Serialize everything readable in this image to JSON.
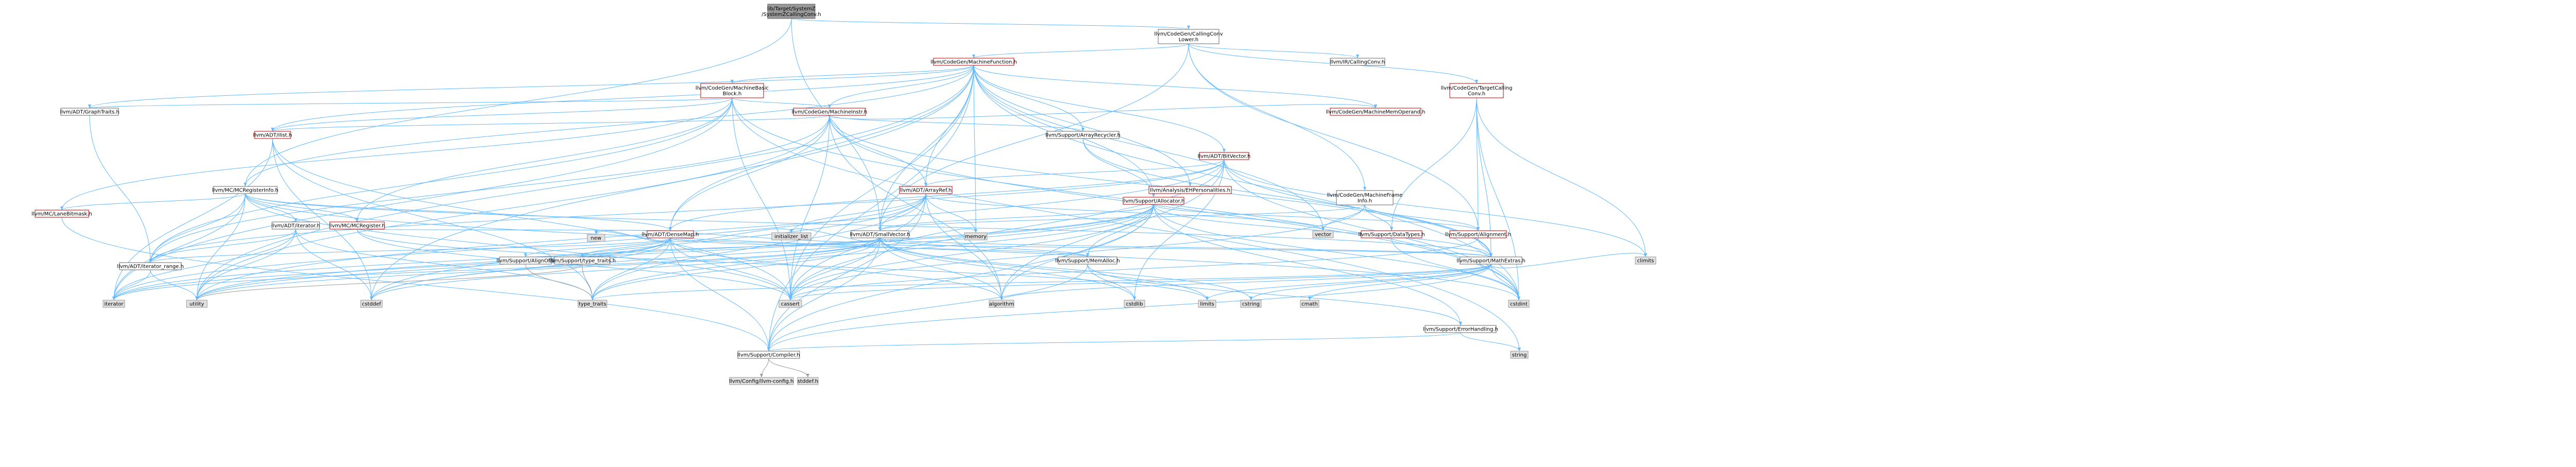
{
  "colors": {
    "root_fill": "#999999",
    "root_stroke": "#666666",
    "node_fill": "#ffffff",
    "node_stroke": "#666666",
    "linked_text": "#c00000",
    "system_fill": "#e0e0e0",
    "system_stroke": "#999999",
    "edge_blue": "#63b8ff",
    "edge_gray": "#9a9a9a"
  },
  "nodes": [
    {
      "id": "root",
      "label": [
        "lib/Target/SystemZ",
        "/SystemZCallingConv.h"
      ],
      "kind": "root"
    },
    {
      "id": "ccl",
      "label": [
        "llvm/CodeGen/CallingConv",
        "Lower.h"
      ],
      "kind": "plain"
    },
    {
      "id": "mf",
      "label": [
        "llvm/CodeGen/MachineFunction.h"
      ],
      "kind": "red"
    },
    {
      "id": "irc",
      "label": [
        "llvm/IR/CallingConv.h"
      ],
      "kind": "plain"
    },
    {
      "id": "mbb",
      "label": [
        "llvm/CodeGen/MachineBasic",
        "Block.h"
      ],
      "kind": "red"
    },
    {
      "id": "tcc",
      "label": [
        "llvm/CodeGen/TargetCalling",
        "Conv.h"
      ],
      "kind": "red"
    },
    {
      "id": "gt",
      "label": [
        "llvm/ADT/GraphTraits.h"
      ],
      "kind": "plain"
    },
    {
      "id": "mi",
      "label": [
        "llvm/CodeGen/MachineInstr.h"
      ],
      "kind": "red"
    },
    {
      "id": "ilist",
      "label": [
        "llvm/ADT/ilist.h"
      ],
      "kind": "red"
    },
    {
      "id": "ar",
      "label": [
        "llvm/Support/ArrayRecycler.h"
      ],
      "kind": "plain"
    },
    {
      "id": "bv",
      "label": [
        "llvm/ADT/BitVector.h"
      ],
      "kind": "red"
    },
    {
      "id": "mmo",
      "label": [
        "llvm/CodeGen/MachineMemOperand.h"
      ],
      "kind": "red"
    },
    {
      "id": "mci",
      "label": [
        "llvm/MC/MCRegisterInfo.h"
      ],
      "kind": "plain"
    },
    {
      "id": "aref",
      "label": [
        "llvm/ADT/ArrayRef.h"
      ],
      "kind": "red"
    },
    {
      "id": "ehp",
      "label": [
        "llvm/Analysis/EHPersonalities.h"
      ],
      "kind": "red"
    },
    {
      "id": "alloc",
      "label": [
        "llvm/Support/Allocator.h"
      ],
      "kind": "red"
    },
    {
      "id": "mfi",
      "label": [
        "llvm/CodeGen/MachineFrame",
        "Info.h"
      ],
      "kind": "plain"
    },
    {
      "id": "laneb",
      "label": [
        "llvm/MC/LaneBitmask.h"
      ],
      "kind": "red"
    },
    {
      "id": "iter",
      "label": [
        "llvm/ADT/iterator.h"
      ],
      "kind": "plain"
    },
    {
      "id": "mcreg",
      "label": [
        "llvm/MC/MCRegister.h"
      ],
      "kind": "red"
    },
    {
      "id": "dmap",
      "label": [
        "llvm/ADT/DenseMap.h"
      ],
      "kind": "red"
    },
    {
      "id": "svec",
      "label": [
        "llvm/ADT/SmallVector.h"
      ],
      "kind": "plain"
    },
    {
      "id": "vector",
      "label": [
        "vector"
      ],
      "kind": "sys"
    },
    {
      "id": "cgdt",
      "label": [
        "llvm/Support/DataTypes.h"
      ],
      "kind": "red"
    },
    {
      "id": "align",
      "label": [
        "llvm/Support/Alignment.h"
      ],
      "kind": "red"
    },
    {
      "id": "iterr",
      "label": [
        "llvm/ADT/iterator_range.h"
      ],
      "kind": "plain"
    },
    {
      "id": "aof",
      "label": [
        "llvm/Support/AlignOf.h"
      ],
      "kind": "plain"
    },
    {
      "id": "tt",
      "label": [
        "llvm/Support/type_traits.h"
      ],
      "kind": "plain"
    },
    {
      "id": "new",
      "label": [
        "new"
      ],
      "kind": "sys"
    },
    {
      "id": "initl",
      "label": [
        "initializer_list"
      ],
      "kind": "sys"
    },
    {
      "id": "memory",
      "label": [
        "memory"
      ],
      "kind": "sys"
    },
    {
      "id": "memalloc",
      "label": [
        "llvm/Support/MemAlloc.h"
      ],
      "kind": "plain"
    },
    {
      "id": "mathx",
      "label": [
        "llvm/Support/MathExtras.h"
      ],
      "kind": "plain"
    },
    {
      "id": "climits",
      "label": [
        "climits"
      ],
      "kind": "sys"
    },
    {
      "id": "iterator",
      "label": [
        "iterator"
      ],
      "kind": "sys"
    },
    {
      "id": "utility",
      "label": [
        "utility"
      ],
      "kind": "sys"
    },
    {
      "id": "cstddef",
      "label": [
        "cstddef"
      ],
      "kind": "sys"
    },
    {
      "id": "typetraits",
      "label": [
        "type_traits"
      ],
      "kind": "sys"
    },
    {
      "id": "cassert",
      "label": [
        "cassert"
      ],
      "kind": "sys"
    },
    {
      "id": "algorithm",
      "label": [
        "algorithm"
      ],
      "kind": "sys"
    },
    {
      "id": "cstdlib",
      "label": [
        "cstdlib"
      ],
      "kind": "sys"
    },
    {
      "id": "limits",
      "label": [
        "limits"
      ],
      "kind": "sys"
    },
    {
      "id": "cstring",
      "label": [
        "cstring"
      ],
      "kind": "sys"
    },
    {
      "id": "cmath",
      "label": [
        "cmath"
      ],
      "kind": "sys"
    },
    {
      "id": "cstdint",
      "label": [
        "cstdint"
      ],
      "kind": "sys"
    },
    {
      "id": "eh",
      "label": [
        "llvm/Support/ErrorHandling.h"
      ],
      "kind": "plain"
    },
    {
      "id": "comp",
      "label": [
        "llvm/Support/Compiler.h"
      ],
      "kind": "plain"
    },
    {
      "id": "string",
      "label": [
        "string"
      ],
      "kind": "sys"
    },
    {
      "id": "cfg",
      "label": [
        "llvm/Config/llvm-config.h"
      ],
      "kind": "sys"
    },
    {
      "id": "stddef",
      "label": [
        "stddef.h"
      ],
      "kind": "sys"
    }
  ],
  "edges": [
    [
      "root",
      "ccl"
    ],
    [
      "root",
      "mci"
    ],
    [
      "root",
      "svec"
    ],
    [
      "ccl",
      "mf"
    ],
    [
      "ccl",
      "irc"
    ],
    [
      "ccl",
      "tcc"
    ],
    [
      "ccl",
      "mfi"
    ],
    [
      "ccl",
      "svec"
    ],
    [
      "ccl",
      "align"
    ],
    [
      "mf",
      "mbb"
    ],
    [
      "mf",
      "gt"
    ],
    [
      "mf",
      "mi"
    ],
    [
      "mf",
      "ilist"
    ],
    [
      "mf",
      "ar"
    ],
    [
      "mf",
      "bv"
    ],
    [
      "mf",
      "mmo"
    ],
    [
      "mf",
      "mci"
    ],
    [
      "mf",
      "aref"
    ],
    [
      "mf",
      "ehp"
    ],
    [
      "mf",
      "alloc"
    ],
    [
      "mf",
      "svec"
    ],
    [
      "mf",
      "dmap"
    ],
    [
      "mf",
      "comp"
    ],
    [
      "mf",
      "memory"
    ],
    [
      "mf",
      "vector"
    ],
    [
      "mf",
      "cstdint"
    ],
    [
      "mf",
      "cassert"
    ],
    [
      "mf",
      "cstddef"
    ],
    [
      "mf",
      "utility"
    ],
    [
      "mbb",
      "gt"
    ],
    [
      "mbb",
      "mi"
    ],
    [
      "mbb",
      "ilist"
    ],
    [
      "mbb",
      "iterr"
    ],
    [
      "mbb",
      "laneb"
    ],
    [
      "mbb",
      "mcreg"
    ],
    [
      "mbb",
      "cassert"
    ],
    [
      "mbb",
      "iterator"
    ],
    [
      "mbb",
      "string"
    ],
    [
      "mbb",
      "cstdint"
    ],
    [
      "mi",
      "ilist"
    ],
    [
      "mi",
      "mmo"
    ],
    [
      "mi",
      "ar"
    ],
    [
      "mi",
      "aref"
    ],
    [
      "mi",
      "dmap"
    ],
    [
      "mi",
      "iterr"
    ],
    [
      "mi",
      "mathx"
    ],
    [
      "mi",
      "algorithm"
    ],
    [
      "mi",
      "cassert"
    ],
    [
      "mi",
      "cstdint"
    ],
    [
      "mi",
      "utility"
    ],
    [
      "gt",
      "iterr"
    ],
    [
      "ilist",
      "iterator"
    ],
    [
      "ilist",
      "cassert"
    ],
    [
      "ilist",
      "cstddef"
    ],
    [
      "ilist",
      "type_traits"
    ],
    [
      "ar",
      "alloc"
    ],
    [
      "ar",
      "mathx"
    ],
    [
      "bv",
      "aref"
    ],
    [
      "bv",
      "dmap"
    ],
    [
      "bv",
      "iterr"
    ],
    [
      "bv",
      "mathx"
    ],
    [
      "bv",
      "algorithm"
    ],
    [
      "bv",
      "cassert"
    ],
    [
      "bv",
      "climits"
    ],
    [
      "bv",
      "cstdint"
    ],
    [
      "bv",
      "cstdlib"
    ],
    [
      "bv",
      "utility"
    ],
    [
      "mci",
      "dmap"
    ],
    [
      "mci",
      "iter"
    ],
    [
      "mci",
      "iterr"
    ],
    [
      "mci",
      "mcreg"
    ],
    [
      "mci",
      "mathx"
    ],
    [
      "mci",
      "cassert"
    ],
    [
      "mci",
      "cstdint"
    ],
    [
      "mci",
      "iterator"
    ],
    [
      "mci",
      "utility"
    ],
    [
      "mci",
      "laneb"
    ],
    [
      "aref",
      "svec"
    ],
    [
      "aref",
      "comp"
    ],
    [
      "aref",
      "algorithm"
    ],
    [
      "aref",
      "initl"
    ],
    [
      "aref",
      "iterator"
    ],
    [
      "aref",
      "memory"
    ],
    [
      "aref",
      "type_traits"
    ],
    [
      "aref",
      "vector"
    ],
    [
      "aref",
      "cassert"
    ],
    [
      "aref",
      "cstddef"
    ],
    [
      "alloc",
      "svec"
    ],
    [
      "alloc",
      "align"
    ],
    [
      "alloc",
      "comp"
    ],
    [
      "alloc",
      "mathx"
    ],
    [
      "alloc",
      "memalloc"
    ],
    [
      "alloc",
      "algorithm"
    ],
    [
      "alloc",
      "cassert"
    ],
    [
      "alloc",
      "cstddef"
    ],
    [
      "alloc",
      "cstdint"
    ],
    [
      "alloc",
      "iterator"
    ],
    [
      "alloc",
      "type_traits"
    ],
    [
      "alloc",
      "utility"
    ],
    [
      "alloc",
      "eh"
    ],
    [
      "mfi",
      "svec"
    ],
    [
      "mfi",
      "align"
    ],
    [
      "mfi",
      "cgdt"
    ],
    [
      "mfi",
      "cassert"
    ],
    [
      "mfi",
      "vector"
    ],
    [
      "tcc",
      "cgdt"
    ],
    [
      "tcc",
      "align"
    ],
    [
      "tcc",
      "mathx"
    ],
    [
      "tcc",
      "climits"
    ],
    [
      "tcc",
      "cstdint"
    ],
    [
      "laneb",
      "comp"
    ],
    [
      "iter",
      "iterr"
    ],
    [
      "iter",
      "cstddef"
    ],
    [
      "iter",
      "iterator"
    ],
    [
      "iter",
      "type_traits"
    ],
    [
      "iter",
      "utility"
    ],
    [
      "mcreg",
      "dmap"
    ],
    [
      "mcreg",
      "cassert"
    ],
    [
      "mcreg",
      "limits"
    ],
    [
      "dmap",
      "iterr"
    ],
    [
      "dmap",
      "aof"
    ],
    [
      "dmap",
      "tt"
    ],
    [
      "dmap",
      "mathx"
    ],
    [
      "dmap",
      "memalloc"
    ],
    [
      "dmap",
      "comp"
    ],
    [
      "dmap",
      "algorithm"
    ],
    [
      "dmap",
      "cassert"
    ],
    [
      "dmap",
      "cstddef"
    ],
    [
      "dmap",
      "initl"
    ],
    [
      "dmap",
      "iterator"
    ],
    [
      "dmap",
      "new"
    ],
    [
      "dmap",
      "type_traits"
    ],
    [
      "dmap",
      "utility"
    ],
    [
      "svec",
      "comp"
    ],
    [
      "svec",
      "tt"
    ],
    [
      "svec",
      "memalloc"
    ],
    [
      "svec",
      "mathx"
    ],
    [
      "svec",
      "algorithm"
    ],
    [
      "svec",
      "cassert"
    ],
    [
      "svec",
      "cstddef"
    ],
    [
      "svec",
      "cstdlib"
    ],
    [
      "svec",
      "cstring"
    ],
    [
      "svec",
      "functional"
    ],
    [
      "svec",
      "initl"
    ],
    [
      "svec",
      "iterator"
    ],
    [
      "svec",
      "limits"
    ],
    [
      "svec",
      "memory"
    ],
    [
      "svec",
      "new"
    ],
    [
      "svec",
      "type_traits"
    ],
    [
      "svec",
      "utility"
    ],
    [
      "align",
      "mathx"
    ],
    [
      "align",
      "cassert"
    ],
    [
      "align",
      "optional"
    ],
    [
      "aof",
      "type_traits"
    ],
    [
      "tt",
      "type_traits"
    ],
    [
      "tt",
      "utility"
    ],
    [
      "memalloc",
      "comp"
    ],
    [
      "memalloc",
      "eh"
    ],
    [
      "memalloc",
      "cstdlib"
    ],
    [
      "mathx",
      "comp"
    ],
    [
      "mathx",
      "algorithm"
    ],
    [
      "mathx",
      "cassert"
    ],
    [
      "mathx",
      "climits"
    ],
    [
      "mathx",
      "cmath"
    ],
    [
      "mathx",
      "cstdint"
    ],
    [
      "mathx",
      "cstring"
    ],
    [
      "mathx",
      "limits"
    ],
    [
      "mathx",
      "type_traits"
    ],
    [
      "eh",
      "comp"
    ],
    [
      "eh",
      "string"
    ],
    [
      "comp",
      "cfg"
    ],
    [
      "comp",
      "stddef"
    ],
    [
      "cgdt",
      "cstdint"
    ],
    [
      "iterr",
      "iterator"
    ],
    [
      "iterr",
      "utility"
    ]
  ]
}
